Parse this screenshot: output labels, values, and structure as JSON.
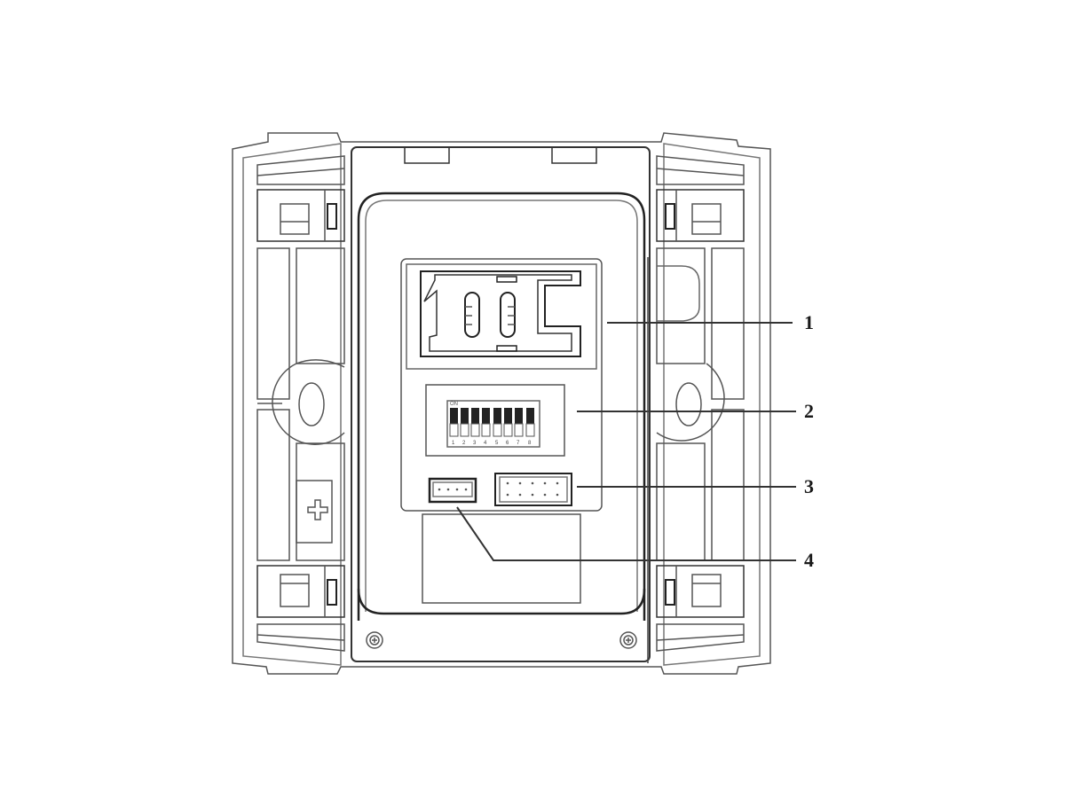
{
  "diagram": {
    "subject": "device rear panel (wall-mount back view)",
    "colors": {
      "line": "#444444",
      "dark_line": "#222222",
      "background": "#ffffff"
    },
    "components": [
      {
        "id": "sim_slot",
        "description": "SIM card holder"
      },
      {
        "id": "dip_switch",
        "description": "8-position DIP switch",
        "top_label": "ON",
        "positions": [
          "1",
          "2",
          "3",
          "4",
          "5",
          "6",
          "7",
          "8"
        ]
      },
      {
        "id": "header_10pin",
        "description": "10-pin (2x5) connector"
      },
      {
        "id": "header_4pin",
        "description": "4-pin connector"
      }
    ],
    "callouts": [
      {
        "number": "1",
        "target": "sim_slot"
      },
      {
        "number": "2",
        "target": "dip_switch"
      },
      {
        "number": "3",
        "target": "header_10pin"
      },
      {
        "number": "4",
        "target": "header_4pin"
      }
    ]
  }
}
